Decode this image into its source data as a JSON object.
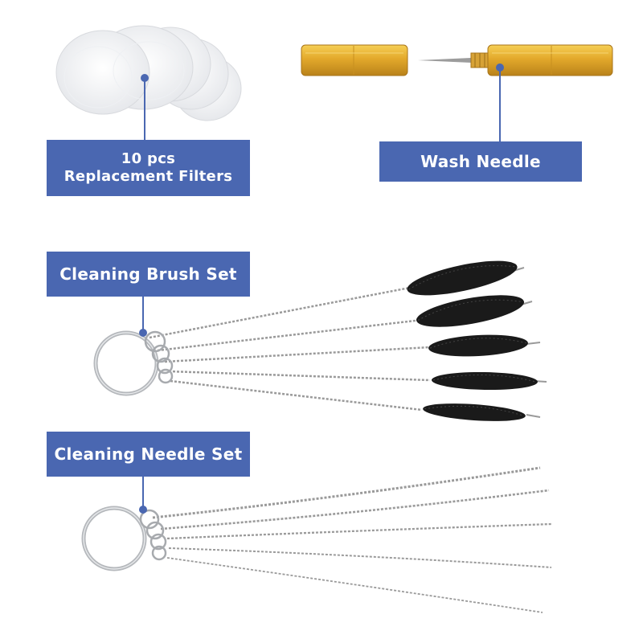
{
  "labels": {
    "filters_line1": "10 pcs",
    "filters_line2": "Replacement Filters",
    "wash_needle": "Wash Needle",
    "brush_set": "Cleaning Brush Set",
    "needle_set": "Cleaning Needle Set"
  },
  "colors": {
    "callout_bg": "#4a67b1",
    "callout_text": "#ffffff",
    "connector": "#4a67b1",
    "brass": "#e0a62a",
    "wire": "#9a9a9a",
    "bristle": "#1a1a1a"
  },
  "items": [
    {
      "name": "replacement-filters",
      "count": 10
    },
    {
      "name": "wash-needle"
    },
    {
      "name": "cleaning-brush-set",
      "count": 5
    },
    {
      "name": "cleaning-needle-set",
      "count": 5
    }
  ]
}
